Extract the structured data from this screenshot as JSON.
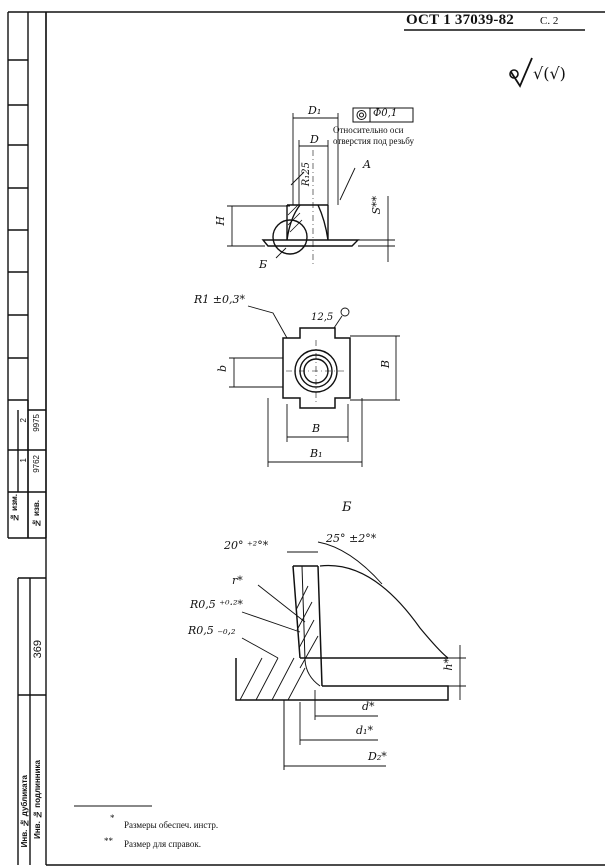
{
  "header": {
    "standard": "ОСТ 1 37039-82",
    "page": "С. 2",
    "roughness_symbol": "√(√)"
  },
  "view_top": {
    "dim_D1": "D₁",
    "dim_D": "D",
    "tolerance_value": "Ф0,1",
    "tolerance_note_line1": "Относительно оси",
    "tolerance_note_line2": "отверстия под резьбу",
    "radius": "R₁25",
    "leader_A": "A",
    "dim_H": "H",
    "dim_S": "S**",
    "leader_B": "Б"
  },
  "view_plan": {
    "radius": "R1 ±0,3*",
    "roughness": "12,5",
    "dim_b": "b",
    "dim_Bv": "B",
    "dim_Bh": "B",
    "dim_B1": "B₁"
  },
  "detail_B": {
    "title": "Б",
    "angle1": "20° ⁺²°*",
    "angle2": "25° ±2°*",
    "radius_r": "r*",
    "radius_1": "R0,5 ⁺⁰·²*",
    "radius_2": "R0,5 ₋₀,₂",
    "dim_h": "h*",
    "dim_d": "d*",
    "dim_d1": "d₁*",
    "dim_D2": "D₂*"
  },
  "footnotes": {
    "note1_mark": "*",
    "note1_text": "Размеры обеспеч. инстр.",
    "note2_mark": "**",
    "note2_text": "Размер для справок."
  },
  "side_stamp": {
    "change_no_label": "№ изм.",
    "doc_no_label": "№ изв.",
    "rev1": "1",
    "rev2": "2",
    "doc1": "9762",
    "doc2": "9975",
    "inv_label": "Инв. № подлинника",
    "dup_label": "Инв. № дубликата",
    "inv_value": "369"
  }
}
